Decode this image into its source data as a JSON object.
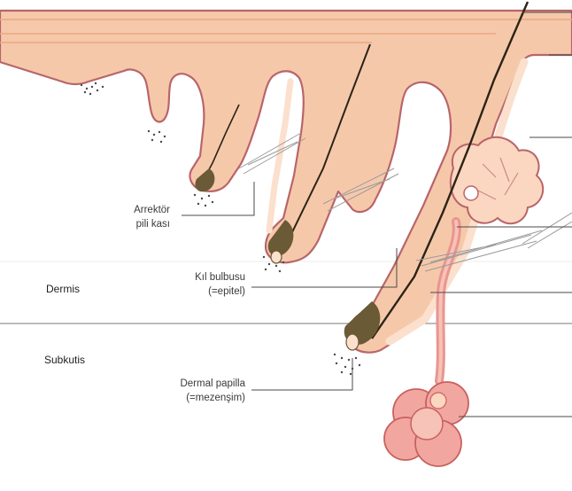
{
  "diagram": {
    "zones": {
      "dermis": "Dermis",
      "subkutis": "Subkutis"
    },
    "labels": {
      "arrektor_line1": "Arrektör",
      "arrektor_line2": "pili kası",
      "bulb_line1": "Kıl bulbusu",
      "bulb_line2": "(=epitel)",
      "papilla_line1": "Dermal papilla",
      "papilla_line2": "(=mezenşim)"
    },
    "colors": {
      "skin": "#f6c8aa",
      "skin_light": "#fbe0cd",
      "outline": "#b8656a",
      "hair": "#2b2417",
      "bulb": "#6a5a36",
      "gland": "#f2a6a0",
      "leader": "#4a4a4a"
    }
  }
}
